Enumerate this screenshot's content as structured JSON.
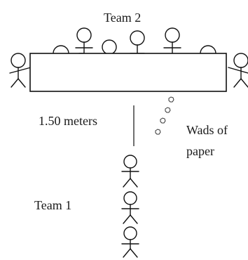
{
  "labels": {
    "team2": "Team 2",
    "team1": "Team 1",
    "distance": "1.50 meters",
    "paper_line1": "Wads of",
    "paper_line2": "paper"
  }
}
